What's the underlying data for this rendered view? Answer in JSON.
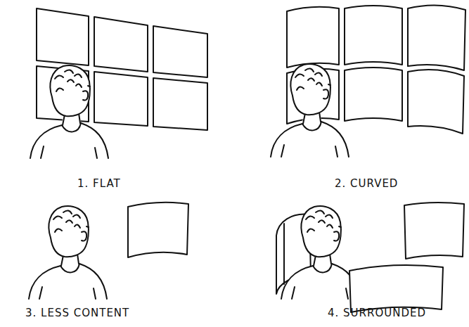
{
  "diagram": {
    "labels": [
      "1. FLAT",
      "2. CURVED",
      "3. LESS CONTENT",
      "4. SURROUNDED"
    ]
  }
}
